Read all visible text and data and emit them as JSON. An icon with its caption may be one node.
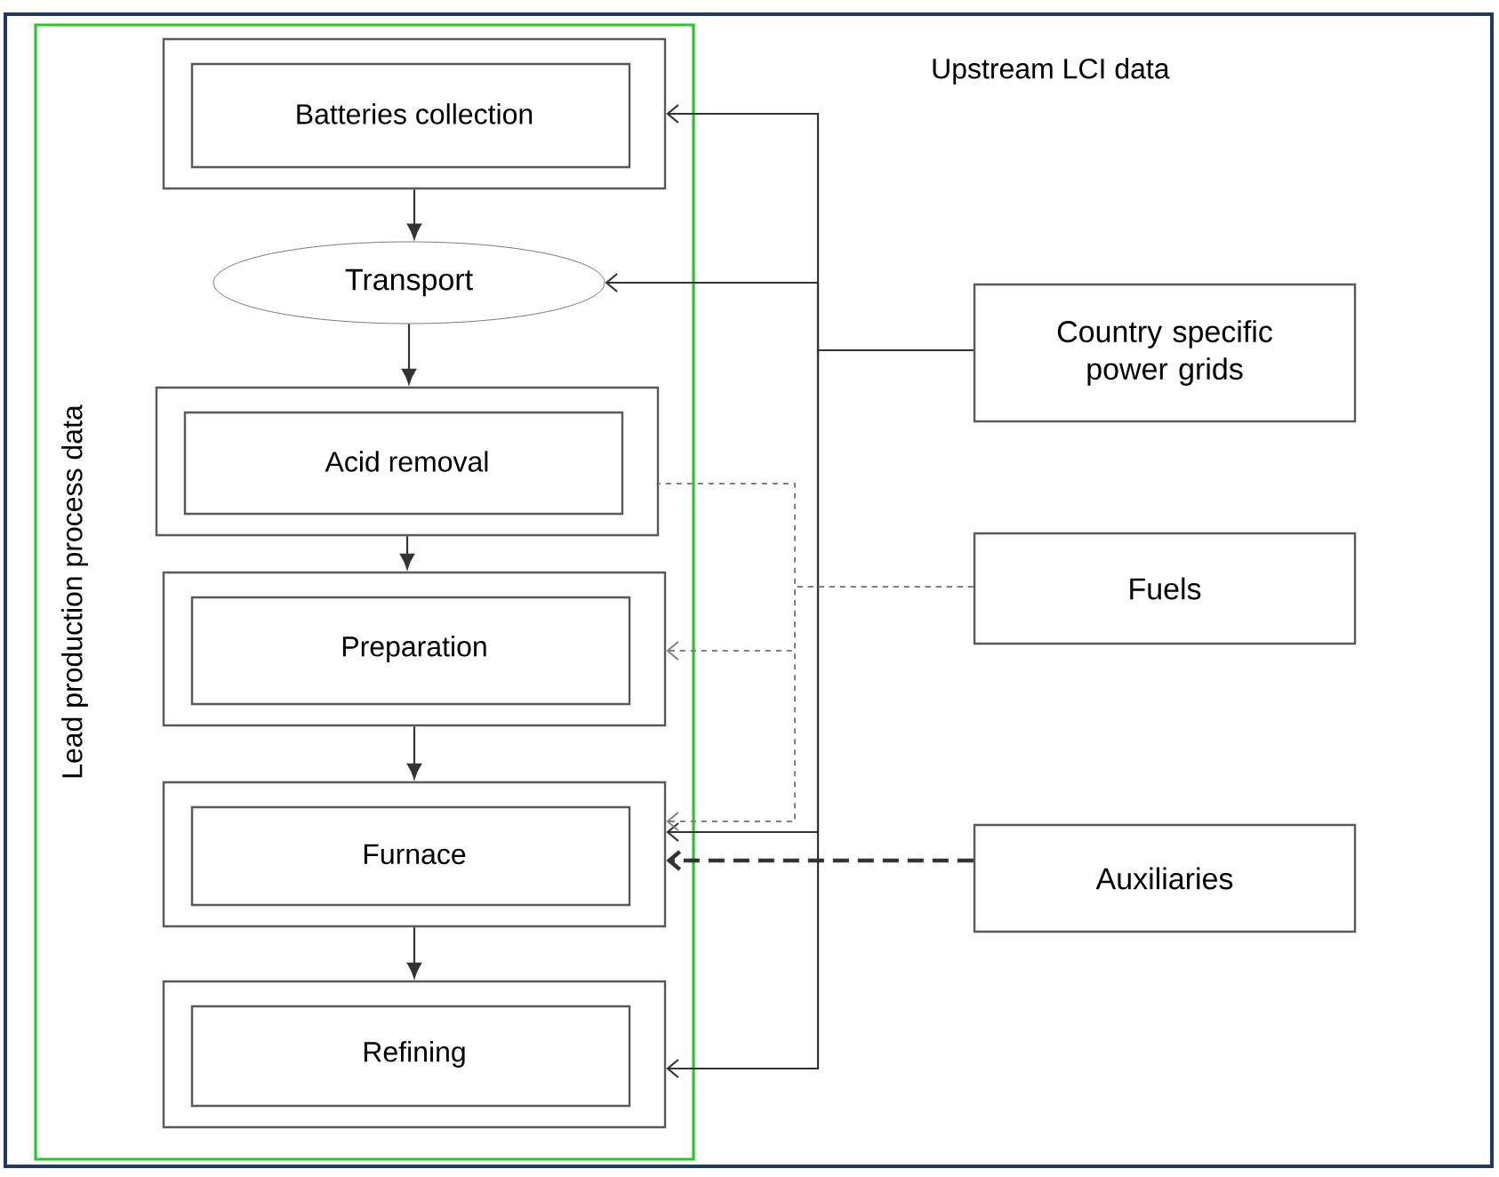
{
  "diagram": {
    "nodes": [
      {
        "text": [
          "Lead production process data"
        ]
      },
      {
        "text": [
          "Batteries collection"
        ],
        "in": 0
      },
      {
        "text": [
          "Transport"
        ],
        "in": 0
      },
      {
        "text": [
          "Acid removal"
        ],
        "in": 0
      },
      {
        "text": [
          "Preparation"
        ],
        "in": 0
      },
      {
        "text": [
          "Furnace"
        ],
        "in": 0
      },
      {
        "text": [
          "Refining"
        ],
        "in": 0
      },
      {
        "text": [
          "Country specific power grids"
        ]
      },
      {
        "text": [
          "Fuels"
        ]
      },
      {
        "text": [
          "Auxiliaries"
        ]
      }
    ],
    "edges": [
      {
        "from": 1,
        "to": 2,
        "arrow": "to"
      },
      {
        "from": 2,
        "to": 3,
        "arrow": "to"
      },
      {
        "from": 3,
        "to": 4,
        "arrow": "to"
      },
      {
        "from": 4,
        "to": 5,
        "arrow": "to"
      },
      {
        "from": 5,
        "to": 6,
        "arrow": "to"
      },
      {
        "from": 7,
        "to": 1,
        "arrow": "to"
      },
      {
        "from": 7,
        "to": 2,
        "arrow": "to"
      },
      {
        "from": 7,
        "to": 5,
        "arrow": "to"
      },
      {
        "from": 7,
        "to": 6,
        "arrow": "to"
      },
      {
        "from": 8,
        "to": 3,
        "arrow": "none",
        "style": "dashed",
        "color": "#808080"
      },
      {
        "from": 8,
        "to": 4,
        "arrow": "to",
        "style": "dashed",
        "color": "#808080"
      },
      {
        "from": 8,
        "to": 5,
        "arrow": "to",
        "style": "dashed",
        "color": "#808080"
      },
      {
        "from": 9,
        "to": 5,
        "arrow": "to",
        "style": "dashed"
      }
    ],
    "labels": [
      "Upstream LCI data"
    ]
  }
}
